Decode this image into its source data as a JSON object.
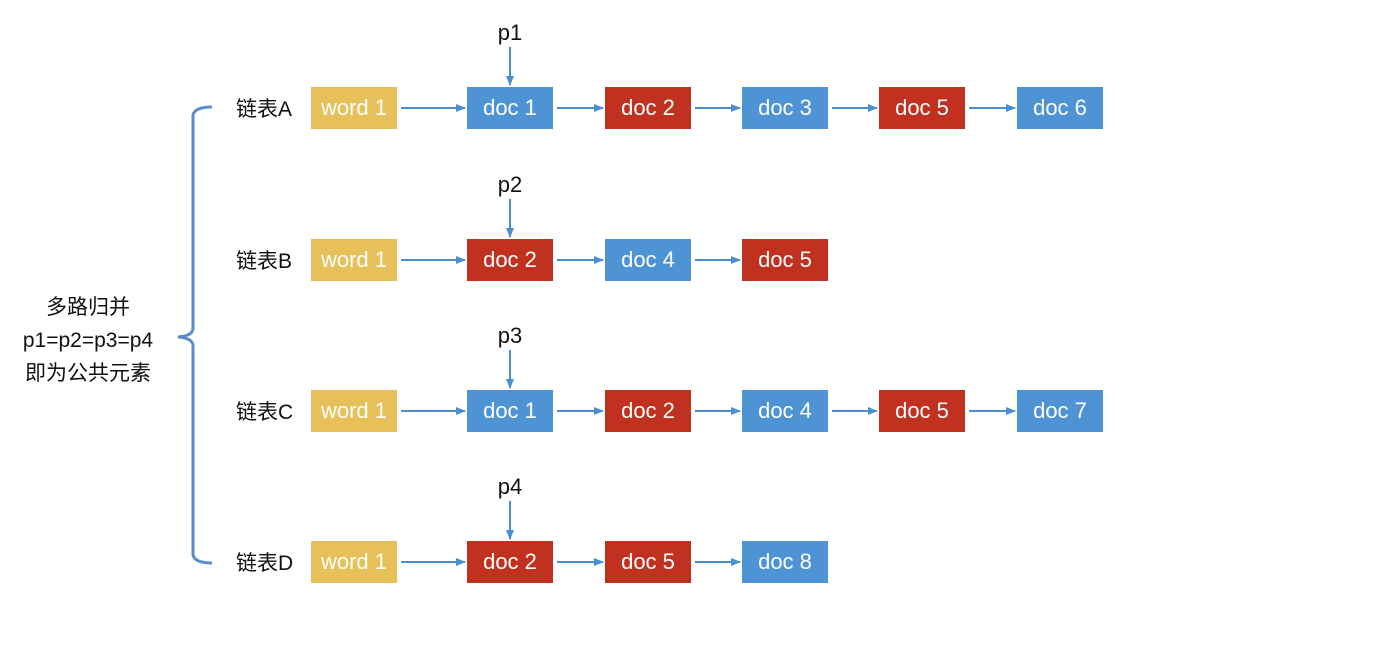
{
  "colors": {
    "word": "#E8C05A",
    "blue": "#4E93D4",
    "red": "#C1311F",
    "arrow": "#4A8FD0",
    "bracket": "#5A8CC7"
  },
  "caption": {
    "line1": "多路归并",
    "line2": "p1=p2=p3=p4",
    "line3": "即为公共元素"
  },
  "lists": [
    {
      "label": "链表A",
      "pointer": "p1",
      "pointer_index": 1,
      "nodes": [
        {
          "text": "word 1",
          "kind": "word"
        },
        {
          "text": "doc 1",
          "kind": "blue"
        },
        {
          "text": "doc 2",
          "kind": "red"
        },
        {
          "text": "doc 3",
          "kind": "blue"
        },
        {
          "text": "doc 5",
          "kind": "red"
        },
        {
          "text": "doc 6",
          "kind": "blue"
        }
      ]
    },
    {
      "label": "链表B",
      "pointer": "p2",
      "pointer_index": 1,
      "nodes": [
        {
          "text": "word 1",
          "kind": "word"
        },
        {
          "text": "doc 2",
          "kind": "red"
        },
        {
          "text": "doc 4",
          "kind": "blue"
        },
        {
          "text": "doc 5",
          "kind": "red"
        }
      ]
    },
    {
      "label": "链表C",
      "pointer": "p3",
      "pointer_index": 1,
      "nodes": [
        {
          "text": "word 1",
          "kind": "word"
        },
        {
          "text": "doc 1",
          "kind": "blue"
        },
        {
          "text": "doc 2",
          "kind": "red"
        },
        {
          "text": "doc 4",
          "kind": "blue"
        },
        {
          "text": "doc 5",
          "kind": "red"
        },
        {
          "text": "doc 7",
          "kind": "blue"
        }
      ]
    },
    {
      "label": "链表D",
      "pointer": "p4",
      "pointer_index": 1,
      "nodes": [
        {
          "text": "word 1",
          "kind": "word"
        },
        {
          "text": "doc 2",
          "kind": "red"
        },
        {
          "text": "doc 5",
          "kind": "red"
        },
        {
          "text": "doc 8",
          "kind": "blue"
        }
      ]
    }
  ]
}
